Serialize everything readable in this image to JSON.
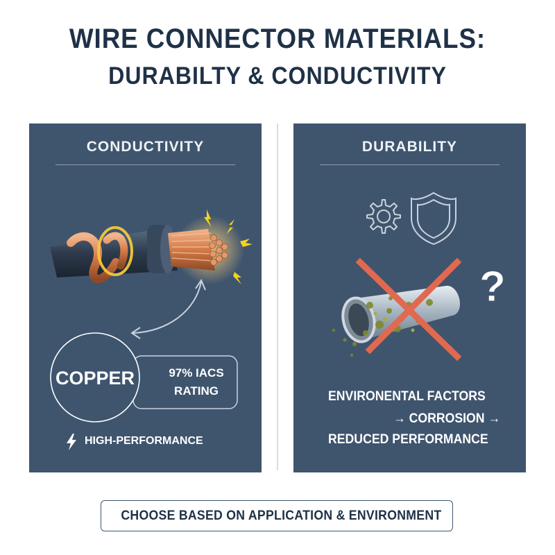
{
  "heading": {
    "line1": "WIRE CONNECTOR MATERIALS:",
    "line2": "DURABILTY & CONDUCTIVITY"
  },
  "conductivity": {
    "title": "CONDUCTIVITY",
    "material": "COPPER",
    "rating_line1": "97% IACS",
    "rating_line2": "RATING",
    "performance": "HIGH-PERFORMANCE",
    "icons": [
      "copper-cable-icon",
      "spark-icon",
      "double-arrow-icon",
      "lightning-bolt-icon"
    ]
  },
  "durability": {
    "title": "DURABILITY",
    "factors_line1": "ENVIRONENTAL FACTORS",
    "factors_line2": "→ CORROSION →",
    "factors_line3": "REDUCED PERFORMANCE",
    "icons": [
      "gear-icon",
      "shield-icon",
      "corroded-tube-icon",
      "red-x-icon",
      "question-mark-icon"
    ]
  },
  "cta": {
    "label": "CHOOSE BASED ON APPLICATION & ENVIRONMENT",
    "icon": "checkbox-icon"
  },
  "colors": {
    "heading": "#1f3147",
    "panel": "#3f556e",
    "copper": "#d9865a",
    "spark": "#f5d21c",
    "cross": "#e0694f",
    "corrosion": "#7e8a2e"
  }
}
